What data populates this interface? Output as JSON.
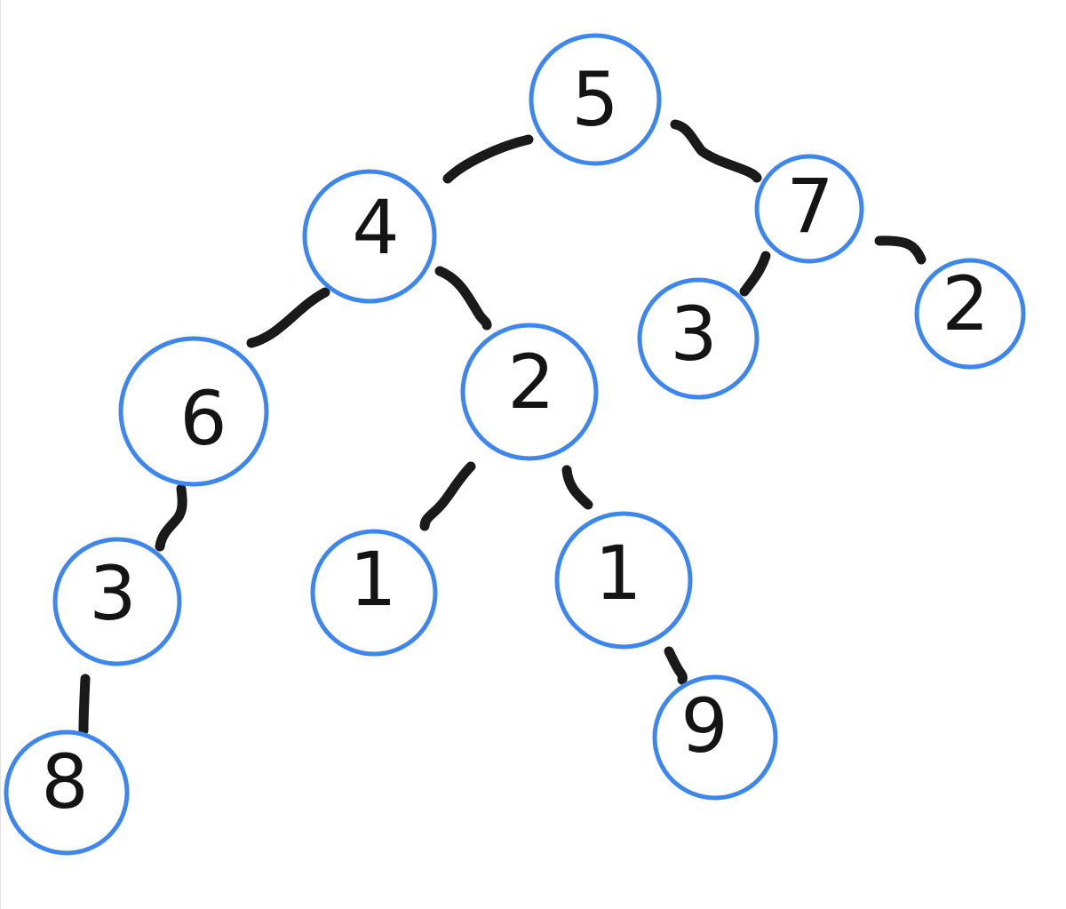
{
  "tree": {
    "nodes": [
      {
        "id": "n5",
        "label": "5"
      },
      {
        "id": "n4",
        "label": "4"
      },
      {
        "id": "n7",
        "label": "7"
      },
      {
        "id": "n6",
        "label": "6"
      },
      {
        "id": "n2a",
        "label": "2"
      },
      {
        "id": "n3b",
        "label": "3"
      },
      {
        "id": "n2b",
        "label": "2"
      },
      {
        "id": "n3a",
        "label": "3"
      },
      {
        "id": "n1a",
        "label": "1"
      },
      {
        "id": "n1b",
        "label": "1"
      },
      {
        "id": "n8",
        "label": "8"
      },
      {
        "id": "n9",
        "label": "9"
      }
    ],
    "edges": [
      {
        "from": "n5",
        "to": "n4"
      },
      {
        "from": "n5",
        "to": "n7"
      },
      {
        "from": "n4",
        "to": "n6"
      },
      {
        "from": "n4",
        "to": "n2a"
      },
      {
        "from": "n7",
        "to": "n3b"
      },
      {
        "from": "n7",
        "to": "n2b"
      },
      {
        "from": "n6",
        "to": "n3a"
      },
      {
        "from": "n2a",
        "to": "n1a"
      },
      {
        "from": "n2a",
        "to": "n1b"
      },
      {
        "from": "n3a",
        "to": "n8"
      },
      {
        "from": "n1b",
        "to": "n9"
      }
    ],
    "colors": {
      "node_stroke": "#3d86f0",
      "edge": "#1a1a1a",
      "text": "#141414"
    }
  }
}
